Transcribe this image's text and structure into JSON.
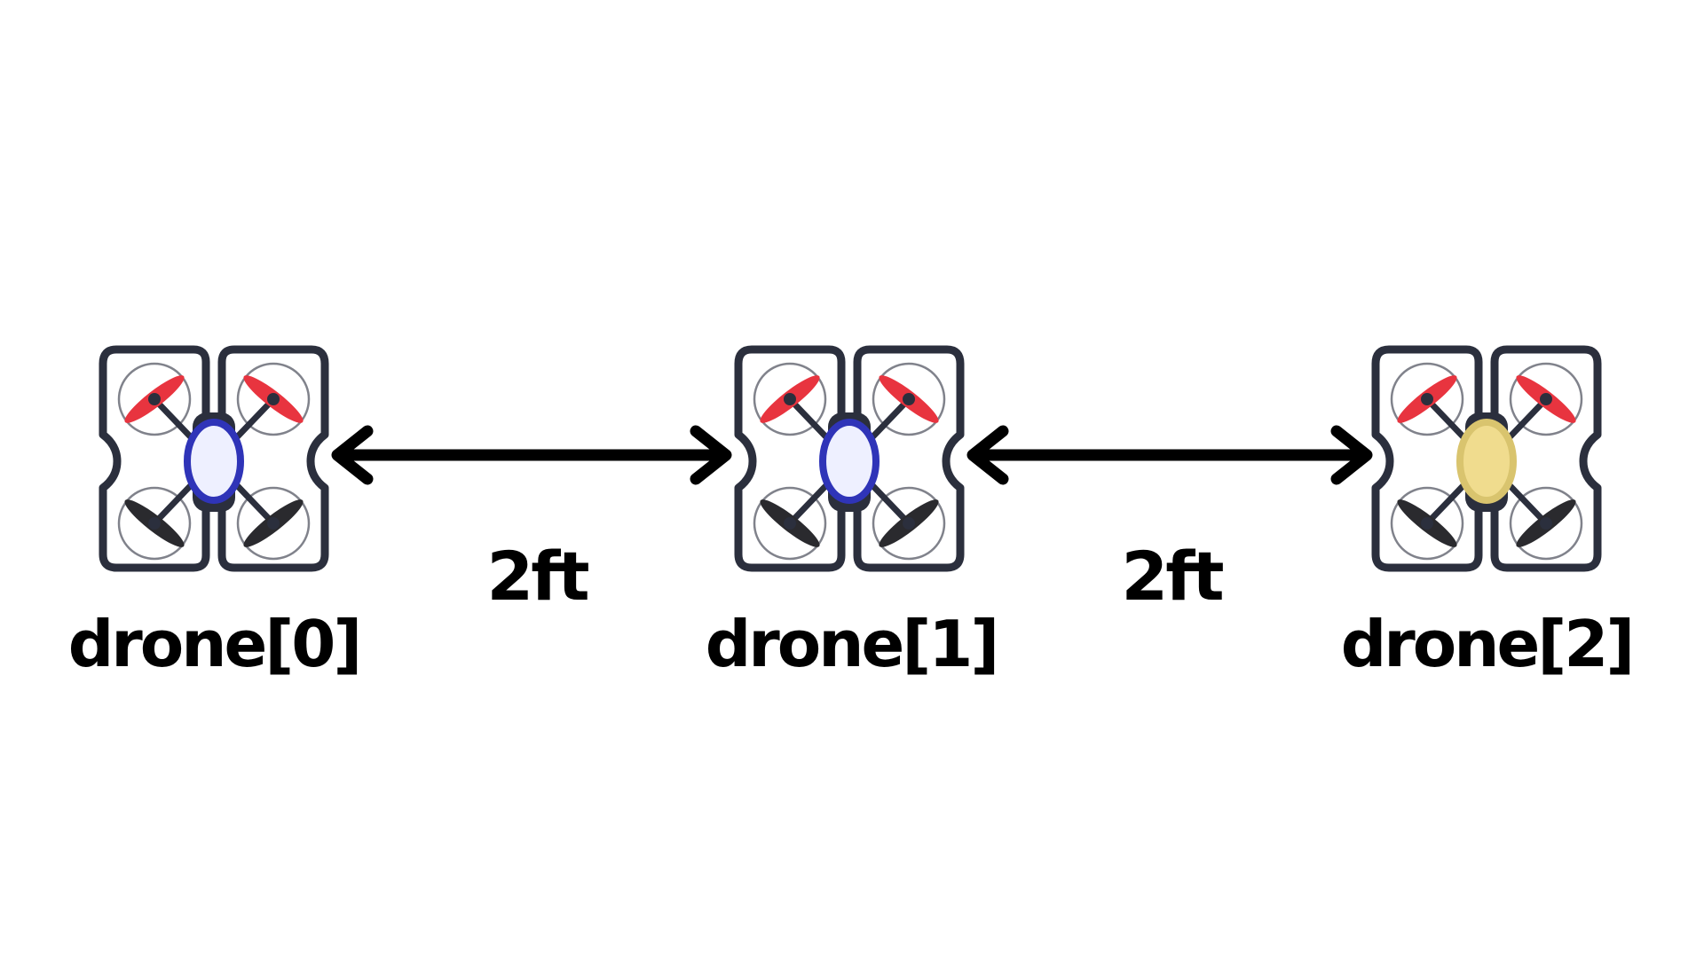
{
  "drones": [
    {
      "label": "drone[0]",
      "body_color": "#2f34b8",
      "body_fill": "#eef0ff"
    },
    {
      "label": "drone[1]",
      "body_color": "#2f34b8",
      "body_fill": "#eef0ff"
    },
    {
      "label": "drone[2]",
      "body_color": "#d9c46e",
      "body_fill": "#f0dc8e"
    }
  ],
  "distances": [
    {
      "label": "2ft"
    },
    {
      "label": "2ft"
    }
  ],
  "colors": {
    "frame": "#2b2f3d",
    "front_propeller": "#e8343f",
    "rear_propeller": "#2a2a2e",
    "arrow": "#000000",
    "label_text": "#000000"
  }
}
